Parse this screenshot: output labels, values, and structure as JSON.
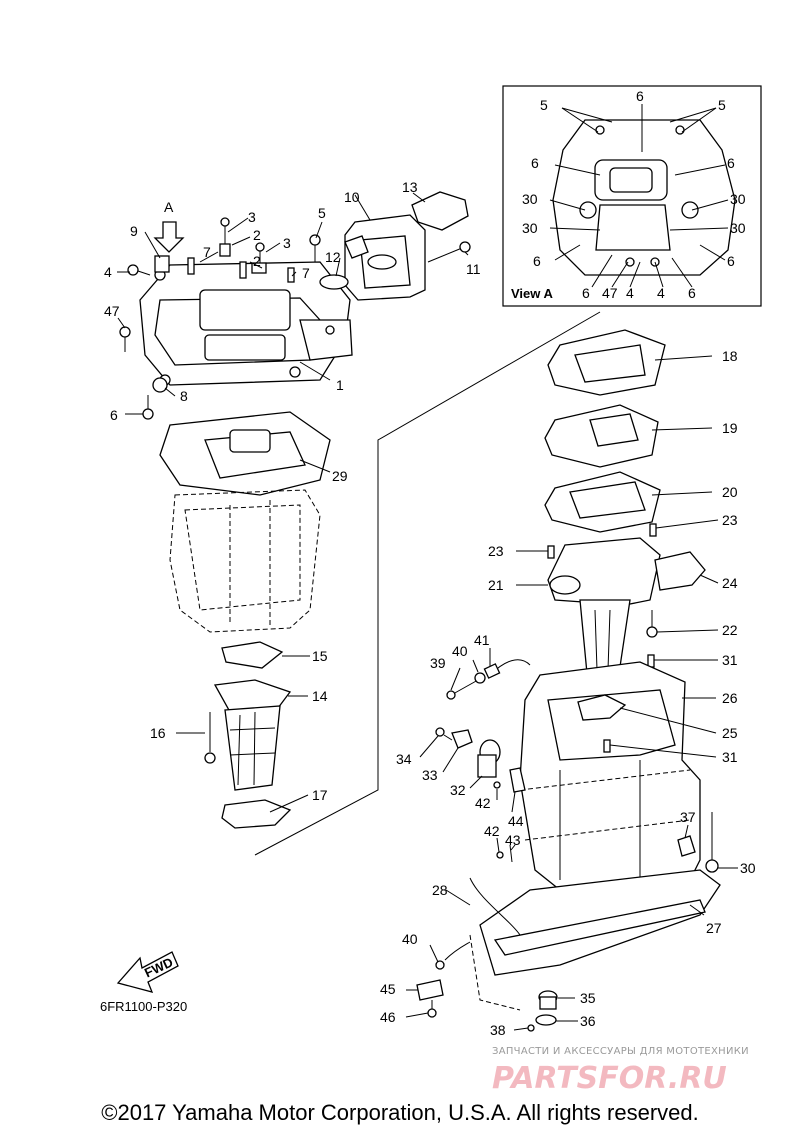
{
  "diagram_code": "6FR1100-P320",
  "view_label": "View A",
  "arrow_a_label": "A",
  "fwd_label": "FWD",
  "copyright": "©2017 Yamaha Motor Corporation, U.S.A. All rights reserved.",
  "watermark": {
    "subtitle": "ЗАПЧАСТИ И АКСЕССУАРЫ ДЛЯ МОТОТЕХНИКИ",
    "logo_text": "PARTSFOR.RU"
  },
  "callouts_main": [
    "1",
    "2",
    "2",
    "3",
    "3",
    "4",
    "5",
    "6",
    "7",
    "7",
    "8",
    "9",
    "10",
    "11",
    "12",
    "13",
    "14",
    "15",
    "16",
    "17",
    "18",
    "19",
    "20",
    "21",
    "22",
    "23",
    "23",
    "24",
    "25",
    "26",
    "27",
    "28",
    "29",
    "30",
    "31",
    "31",
    "32",
    "33",
    "34",
    "35",
    "36",
    "37",
    "38",
    "39",
    "40",
    "40",
    "41",
    "42",
    "42",
    "43",
    "44",
    "45",
    "46",
    "47"
  ],
  "callouts_view_a": [
    "5",
    "6",
    "5",
    "6",
    "6",
    "30",
    "30",
    "30",
    "30",
    "6",
    "6",
    "6",
    "47",
    "4",
    "4",
    "6"
  ]
}
